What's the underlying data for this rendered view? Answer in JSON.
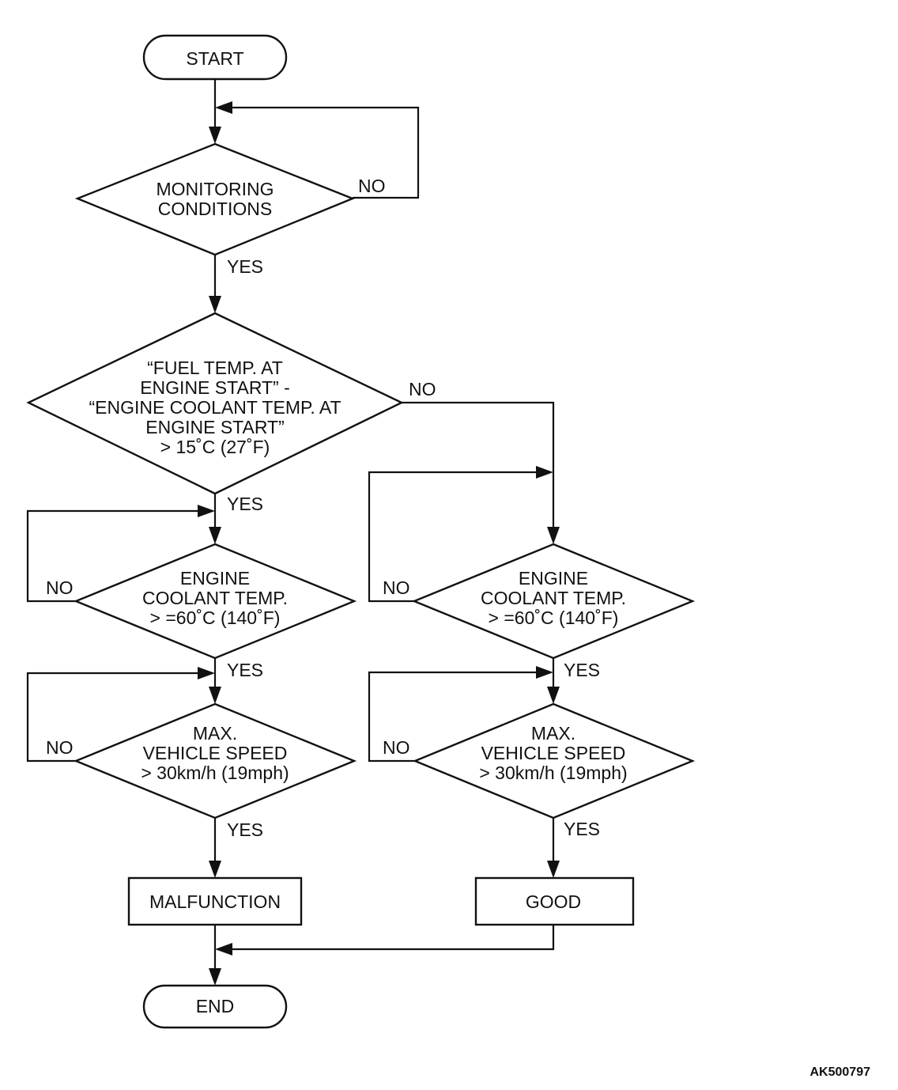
{
  "nodes": {
    "start": "START",
    "monitoring": [
      "MONITORING",
      "CONDITIONS"
    ],
    "fuel_temp": [
      "“FUEL TEMP. AT",
      "ENGINE START” -",
      "“ENGINE COOLANT TEMP. AT",
      "ENGINE START”",
      "> 15˚C (27˚F)"
    ],
    "coolant_left": [
      "ENGINE",
      "COOLANT TEMP.",
      "> =60˚C (140˚F)"
    ],
    "coolant_right": [
      "ENGINE",
      "COOLANT TEMP.",
      "> =60˚C (140˚F)"
    ],
    "speed_left": [
      "MAX.",
      "VEHICLE SPEED",
      "> 30km/h (19mph)"
    ],
    "speed_right": [
      "MAX.",
      "VEHICLE SPEED",
      "> 30km/h (19mph)"
    ],
    "malfunction": "MALFUNCTION",
    "good": "GOOD",
    "end": "END"
  },
  "labels": {
    "yes": "YES",
    "no": "NO"
  },
  "figure_id": "AK500797"
}
